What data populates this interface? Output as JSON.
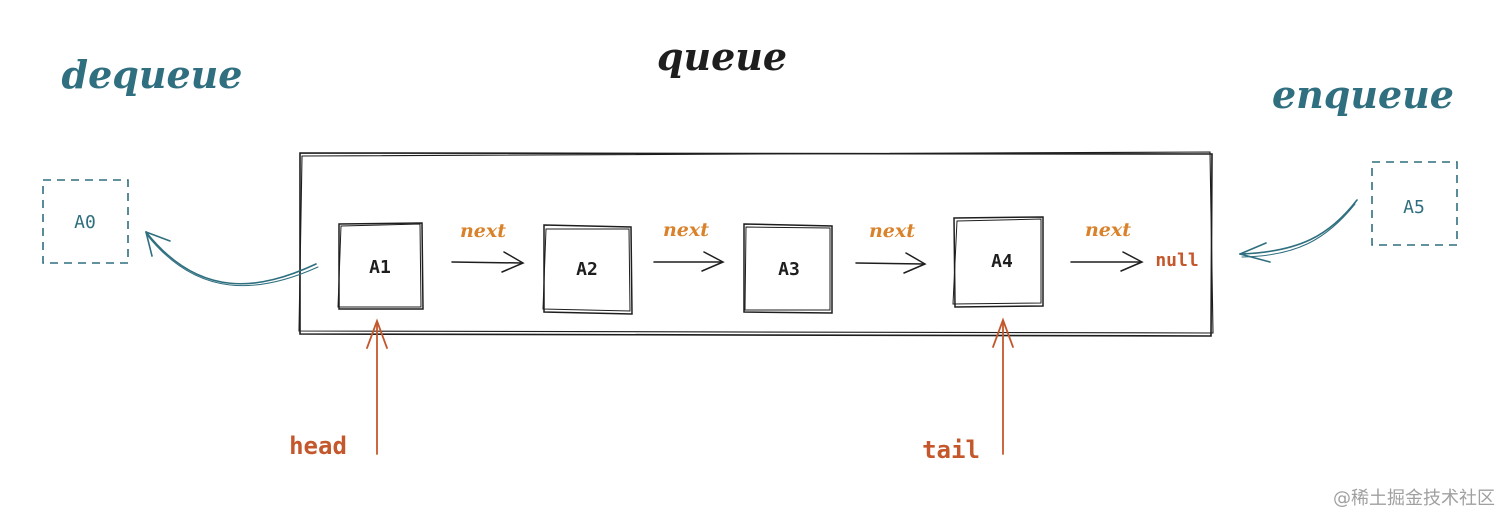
{
  "title": "queue",
  "dequeue_label": "dequeue",
  "enqueue_label": "enqueue",
  "dequeued_node": "A0",
  "incoming_node": "A5",
  "nodes": [
    {
      "id": "n1",
      "label": "A1"
    },
    {
      "id": "n2",
      "label": "A2"
    },
    {
      "id": "n3",
      "label": "A3"
    },
    {
      "id": "n4",
      "label": "A4"
    }
  ],
  "edges": [
    {
      "from": "A1",
      "to": "A2",
      "label": "next"
    },
    {
      "from": "A2",
      "to": "A3",
      "label": "next"
    },
    {
      "from": "A3",
      "to": "A4",
      "label": "next"
    },
    {
      "from": "A4",
      "to": "null",
      "label": "next"
    }
  ],
  "null_label": "null",
  "head_label": "head",
  "tail_label": "tail",
  "watermark": "@稀土掘金技术社区",
  "colors": {
    "ink": "#1e1e1e",
    "teal": "#2f6f7f",
    "orange_dark": "#c4582c",
    "orange_light": "#d9822b",
    "watermark": "#a0a0a0",
    "background": "#ffffff"
  }
}
